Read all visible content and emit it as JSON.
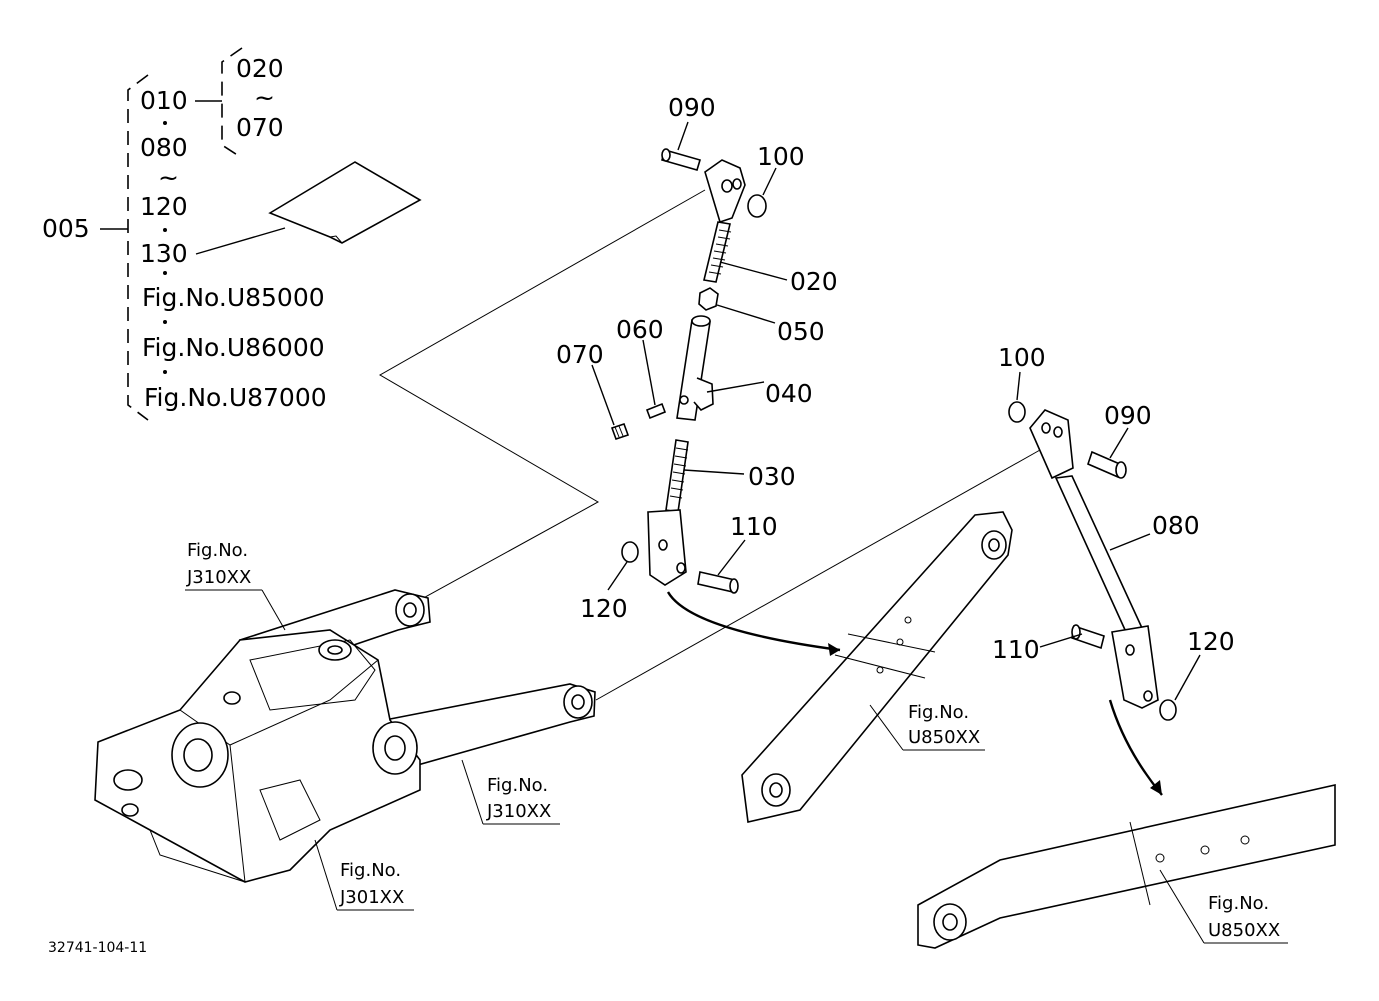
{
  "drawing_code": "32741-104-11",
  "callouts": {
    "c005": "005",
    "c010": "010",
    "c020_top": "020",
    "c070_top": "070",
    "c080_top": "080",
    "c120_top": "120",
    "c130": "130",
    "tilde_a": "~",
    "tilde_b": "~",
    "fig_u85000": "Fig.No.U85000",
    "fig_u86000": "Fig.No.U86000",
    "fig_u87000": "Fig.No.U87000",
    "p090_a": "090",
    "p100_a": "100",
    "p020": "020",
    "p050": "050",
    "p060": "060",
    "p070": "070",
    "p040": "040",
    "p030": "030",
    "p110_a": "110",
    "p120_a": "120",
    "p100_b": "100",
    "p090_b": "090",
    "p080": "080",
    "p110_b": "110",
    "p120_b": "120"
  },
  "figure_refs": {
    "j310_top": {
      "line1": "Fig.No.",
      "line2": "J310XX"
    },
    "j310_mid": {
      "line1": "Fig.No.",
      "line2": "J310XX"
    },
    "j301": {
      "line1": "Fig.No.",
      "line2": "J301XX"
    },
    "u850_mid": {
      "line1": "Fig.No.",
      "line2": "U850XX"
    },
    "u850_bot": {
      "line1": "Fig.No.",
      "line2": "U850XX"
    }
  }
}
